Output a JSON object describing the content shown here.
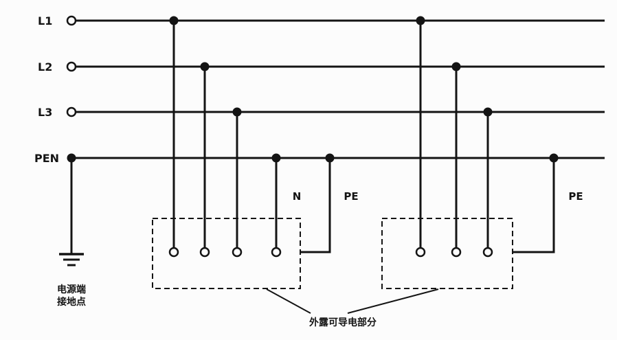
{
  "diagram": {
    "type": "electrical-schematic",
    "description": "TN-C / TN-C-S low-voltage earthing system wiring diagram with two equipment groups",
    "buses": [
      {
        "label": "L1"
      },
      {
        "label": "L2"
      },
      {
        "label": "L3"
      },
      {
        "label": "PEN"
      }
    ],
    "labels": {
      "neutral": "N",
      "pe_left": "PE",
      "pe_right": "PE"
    },
    "annotations": {
      "source_ground_line1": "电源端",
      "source_ground_line2": "接地点",
      "exposed_conductive_parts": "外露可导电部分"
    },
    "colors": {
      "line": "#141414",
      "background": "#fcfcfc"
    }
  }
}
